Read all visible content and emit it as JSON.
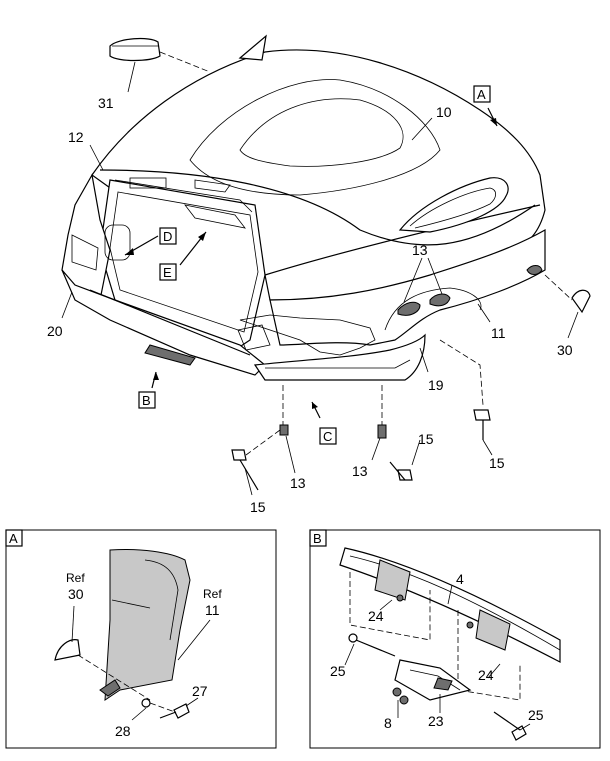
{
  "main_view": {
    "callouts": {
      "c31": "31",
      "c12": "12",
      "c10": "10",
      "c13a": "13",
      "c11": "11",
      "c30": "30",
      "c20": "20",
      "c19": "19",
      "c13b": "13",
      "c13c": "13",
      "c15a": "15",
      "c15b": "15",
      "c15c": "15"
    },
    "view_labels": {
      "A": "A",
      "B": "B",
      "C": "C",
      "D": "D",
      "E": "E"
    }
  },
  "detail_a": {
    "label": "A",
    "ref_30_word": "Ref",
    "ref_30_num": "30",
    "ref_11_word": "Ref",
    "ref_11_num": "11",
    "callouts": {
      "c27": "27",
      "c28": "28"
    }
  },
  "detail_b": {
    "label": "B",
    "callouts": {
      "c4": "4",
      "c24a": "24",
      "c24b": "24",
      "c25a": "25",
      "c25b": "25",
      "c8": "8",
      "c23": "23"
    }
  }
}
